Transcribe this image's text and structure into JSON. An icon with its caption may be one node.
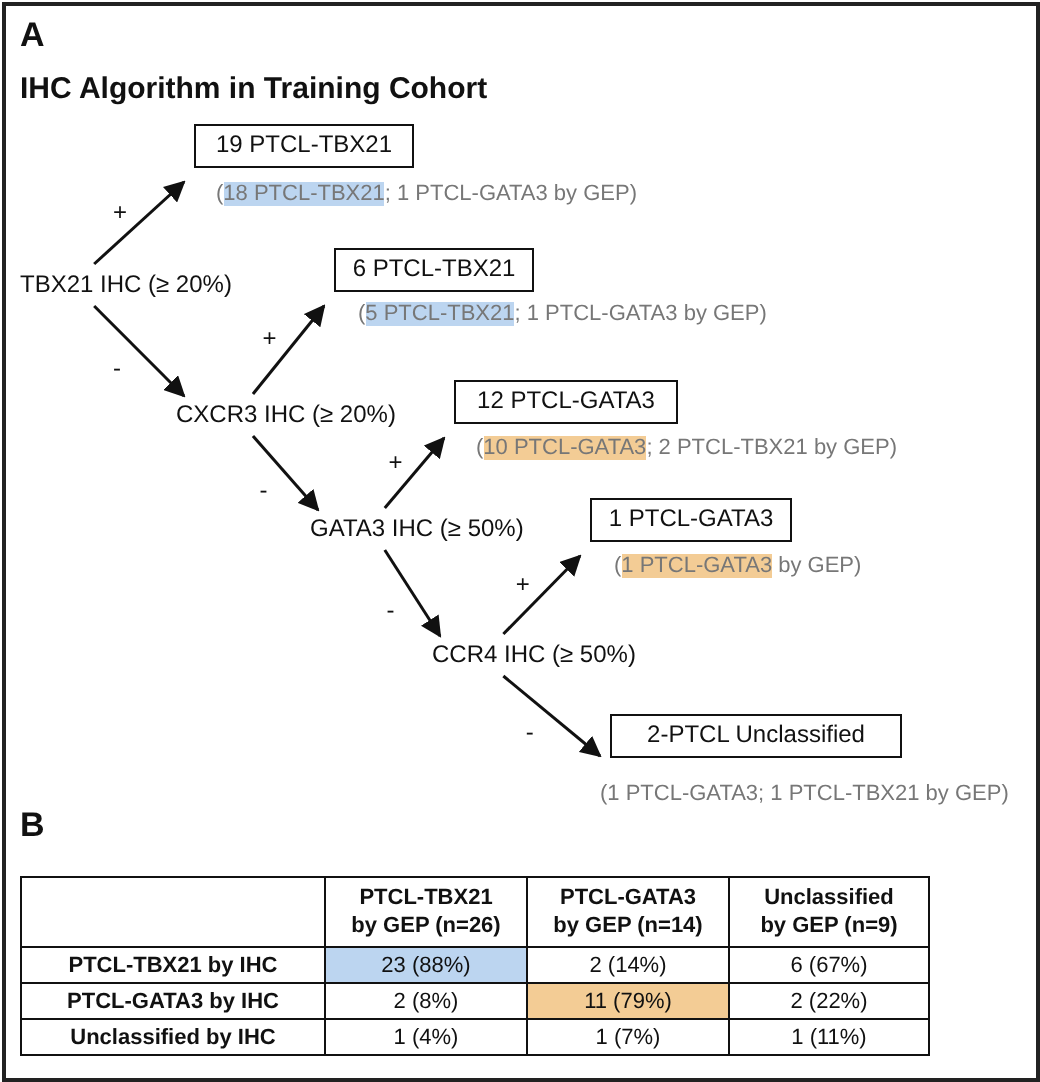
{
  "diagram": {
    "title": "IHC Algorithm in Training Cohort",
    "nodes": [
      {
        "text": [
          "TBX21 IHC (≥ 20%)"
        ]
      },
      {
        "text": [
          "19 PTCL-TBX21"
        ],
        "beside": [
          "(18 PTCL-TBX21; 1 PTCL-GATA3 by GEP)"
        ]
      },
      {
        "text": [
          "6 PTCL-TBX21"
        ],
        "beside": [
          "(5 PTCL-TBX21; 1 PTCL-GATA3 by GEP)"
        ]
      },
      {
        "text": [
          "CXCR3 IHC (≥ 20%)"
        ]
      },
      {
        "text": [
          "12 PTCL-GATA3"
        ],
        "beside": [
          "(10 PTCL-GATA3; 2 PTCL-TBX21 by GEP)"
        ]
      },
      {
        "text": [
          "GATA3 IHC (≥ 50%)"
        ]
      },
      {
        "text": [
          "1 PTCL-GATA3"
        ],
        "beside": [
          "(1 PTCL-GATA3 by GEP)"
        ]
      },
      {
        "text": [
          "CCR4 IHC (≥ 50%)"
        ]
      },
      {
        "text": [
          "2-PTCL Unclassified"
        ],
        "beside": [
          "(1 PTCL-GATA3; 1 PTCL-TBX21 by GEP)"
        ]
      }
    ],
    "edges": [
      {
        "from": 0,
        "to": 1,
        "arrow": "to",
        "label": "+"
      },
      {
        "from": 0,
        "to": 3,
        "arrow": "to",
        "label": "-"
      },
      {
        "from": 3,
        "to": 2,
        "arrow": "to",
        "label": "+"
      },
      {
        "from": 3,
        "to": 5,
        "arrow": "to",
        "label": "-"
      },
      {
        "from": 5,
        "to": 4,
        "arrow": "to",
        "label": "+"
      },
      {
        "from": 5,
        "to": 7,
        "arrow": "to",
        "label": "-"
      },
      {
        "from": 7,
        "to": 6,
        "arrow": "to",
        "label": "+"
      },
      {
        "from": 7,
        "to": 8,
        "arrow": "to",
        "label": "-"
      }
    ],
    "labels": [
      "A",
      "B",
      "PTCL-TBX21 by GEP (n=26)",
      "PTCL-GATA3 by GEP (n=14)",
      "Unclassified by GEP (n=9)",
      "PTCL-TBX21 by IHC",
      "23 (88%)",
      "2 (14%)",
      "6 (67%)",
      "PTCL-GATA3 by IHC",
      "2 (8%)",
      "11 (79%)",
      "2 (22%)",
      "Unclassified by IHC",
      "1 (4%)",
      "1 (7%)",
      "1 (11%)"
    ]
  }
}
